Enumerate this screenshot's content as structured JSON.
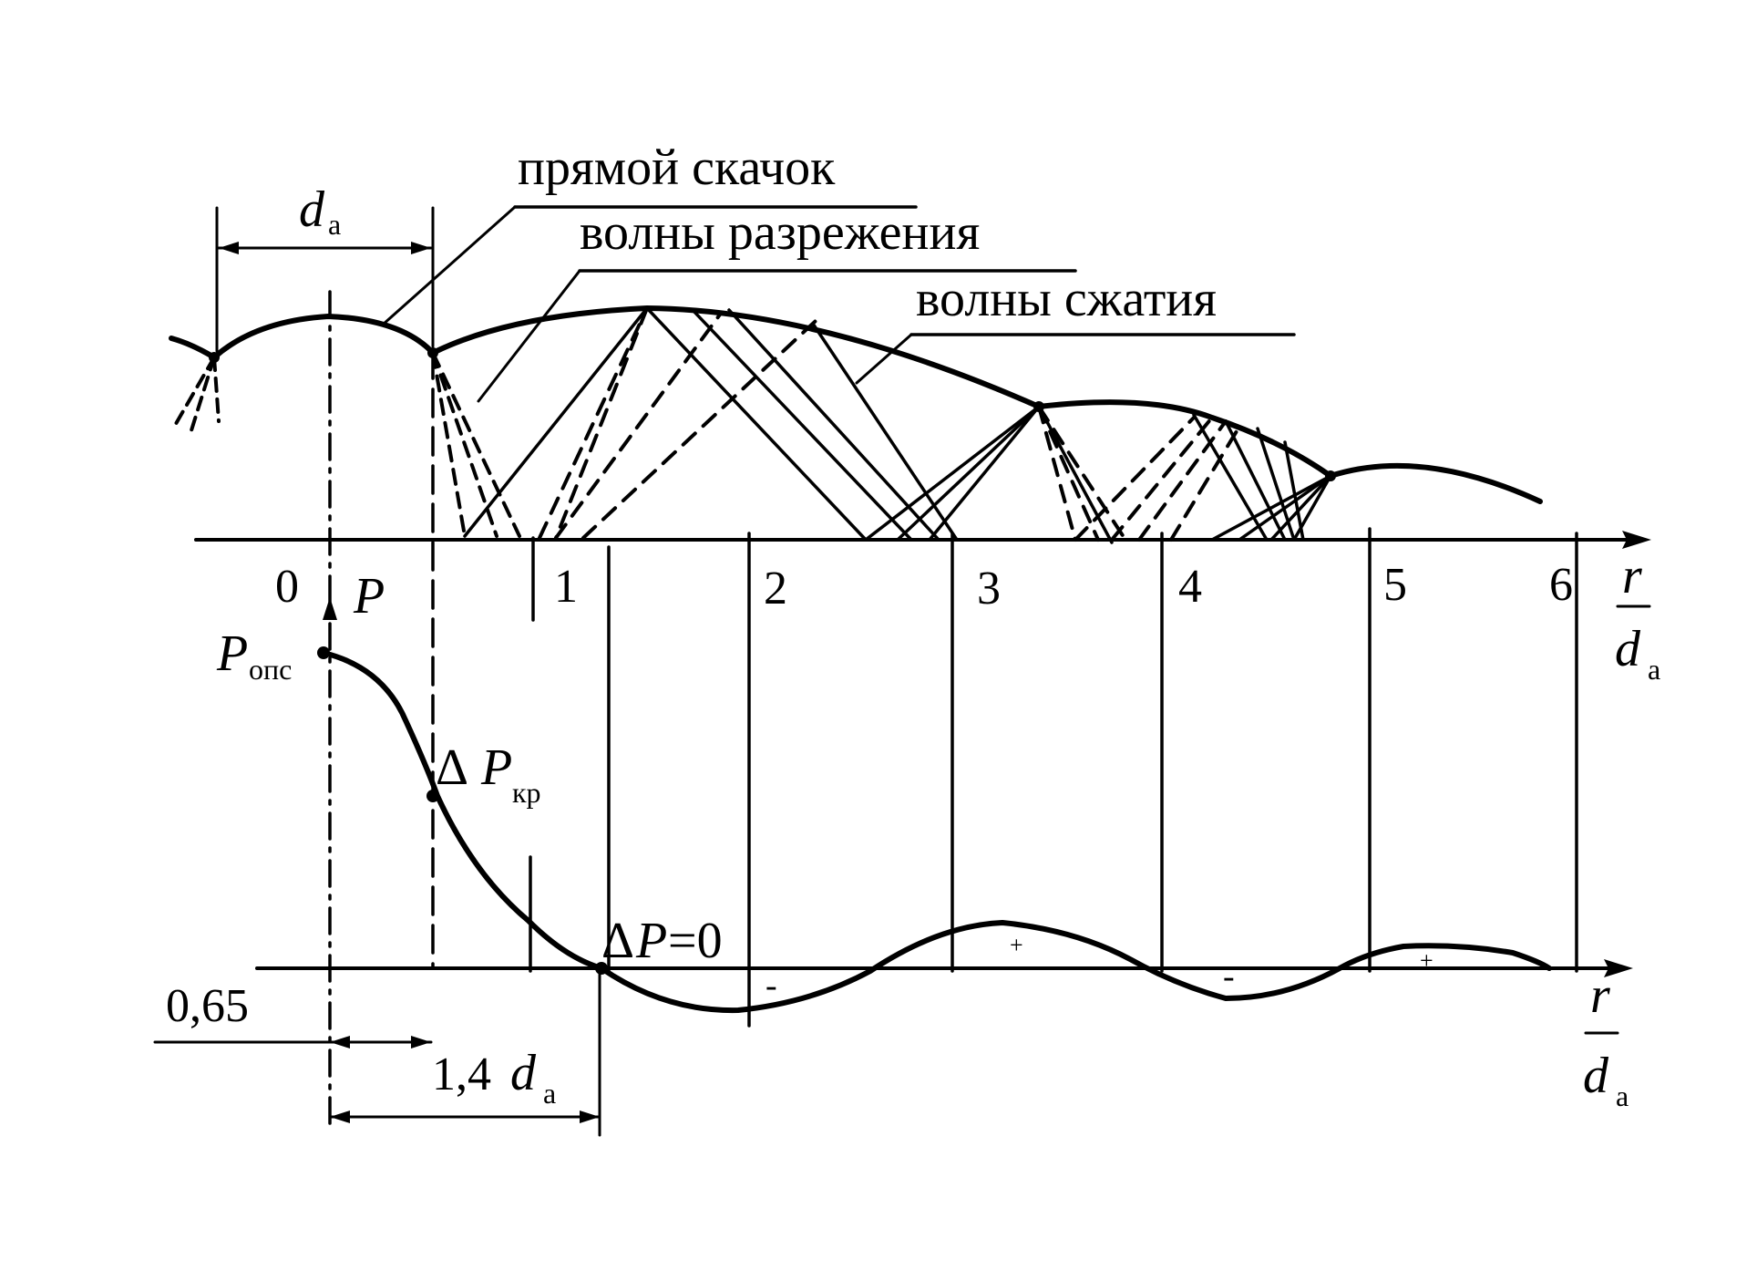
{
  "labels": {
    "normal_shock": "прямой скачок",
    "rarefaction_waves": "волны разрежения",
    "compression_waves": "волны сжатия"
  },
  "symbols": {
    "d": "d",
    "a_sub": "a",
    "P": "P",
    "P_ops_sub": "опс",
    "delta": "Δ",
    "kr_sub": "кр",
    "dp_zero_eq": "=0",
    "r": "r",
    "coef_065": "0,65",
    "coef_14": "1,4"
  },
  "axis_ticks": [
    "0",
    "1",
    "2",
    "3",
    "4",
    "5",
    "6"
  ],
  "sign_marks": [
    "-",
    "+",
    "-",
    "+"
  ],
  "colors": {
    "ink": "#000000",
    "background": "#ffffff"
  }
}
